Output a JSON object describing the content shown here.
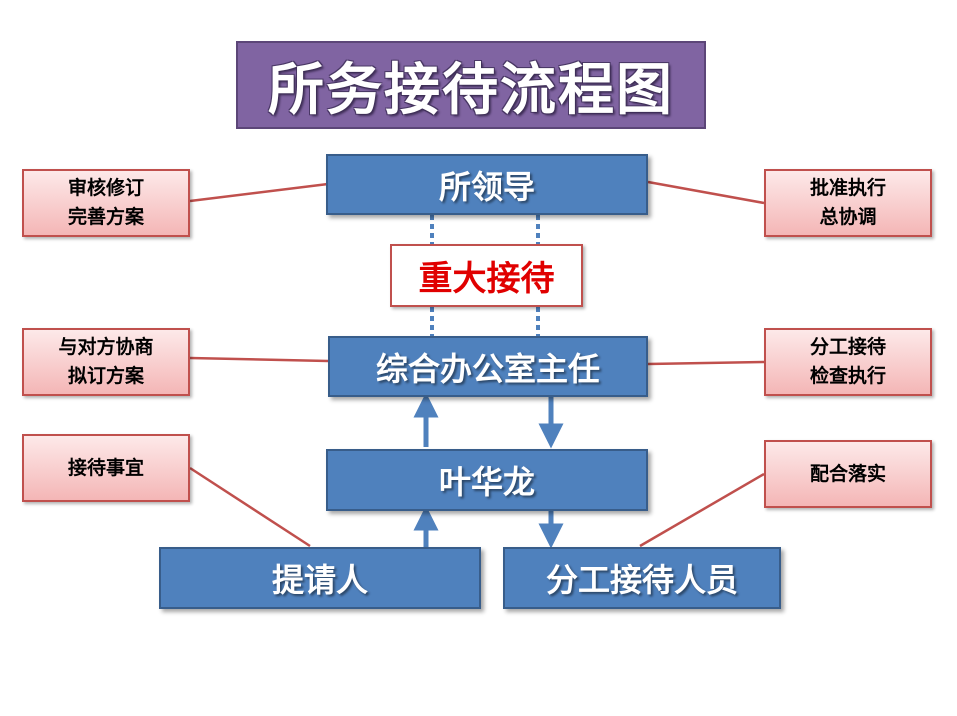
{
  "title": "所务接待流程图",
  "boxes": {
    "leader": "所领导",
    "office_director": "综合办公室主任",
    "coordinator": "叶华龙",
    "requester": "提请人",
    "reception_staff": "分工接待人员"
  },
  "major_reception_label": "重大接待",
  "notes": {
    "left_1": [
      "审核修订",
      "完善方案"
    ],
    "left_2": [
      "与对方协商",
      "拟订方案"
    ],
    "left_3": [
      "接待事宜"
    ],
    "right_1": [
      "批准执行",
      "总协调"
    ],
    "right_2": [
      "分工接待",
      "检查执行"
    ],
    "right_3": [
      "配合落实"
    ]
  },
  "colors": {
    "title_fill": "#8064a2",
    "box_fill": "#4f81bd",
    "note_border": "#c0504d",
    "major_label_text": "#e00000"
  }
}
